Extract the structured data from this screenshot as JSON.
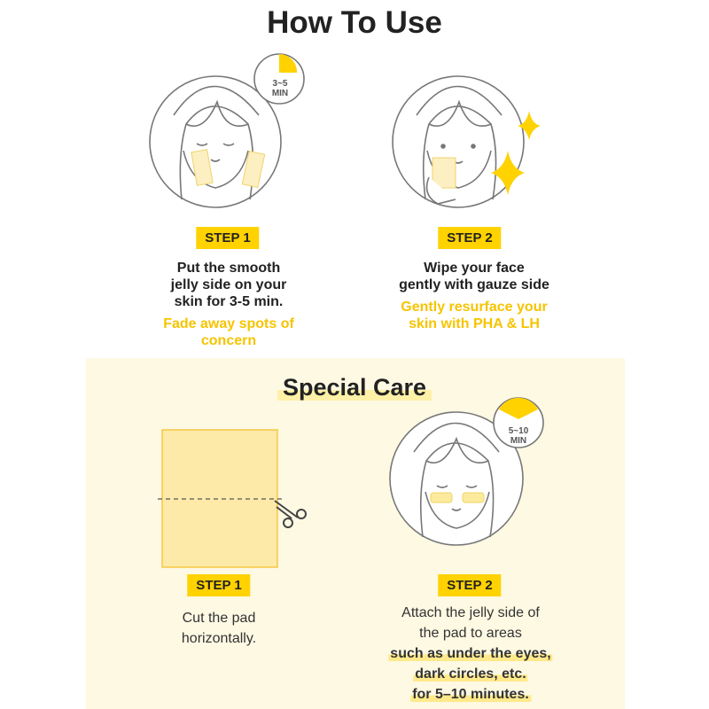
{
  "title": "How To Use",
  "how_to_use": {
    "steps": [
      {
        "badge": "STEP 1",
        "timer": [
          "3~5",
          "MIN"
        ],
        "text": [
          "Put the smooth",
          "jelly side on your",
          "skin for 3-5 min."
        ],
        "benefit": [
          "Fade away spots of",
          "concern"
        ]
      },
      {
        "badge": "STEP 2",
        "text": [
          "Wipe your face",
          "gently with gauze side"
        ],
        "benefit": [
          "Gently resurface your",
          "skin with PHA & LH"
        ]
      }
    ]
  },
  "special_care": {
    "title": "Special Care",
    "steps": [
      {
        "badge": "STEP 1",
        "text": [
          "Cut the pad",
          "horizontally."
        ]
      },
      {
        "badge": "STEP 2",
        "timer": [
          "5~10",
          "MIN"
        ],
        "text": [
          "Attach the jelly side of",
          "the pad to areas"
        ],
        "highlight": [
          "such as under the eyes,",
          "dark circles, etc.",
          "for 5–10 minutes."
        ]
      }
    ]
  },
  "colors": {
    "accent": "#FFD200",
    "highlight_text": "#F6C400",
    "care_bg": "#FEF9E3",
    "pad": "#FDE9A8"
  }
}
